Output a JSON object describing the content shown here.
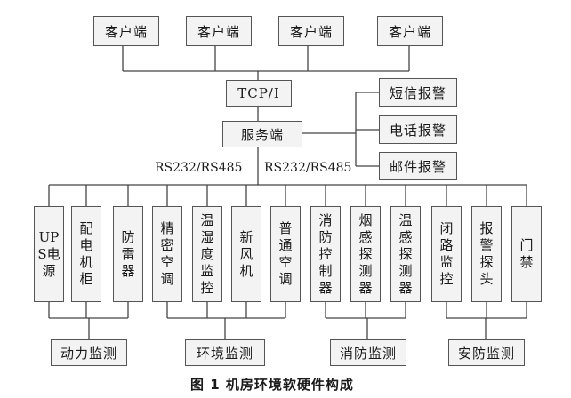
{
  "clients": [
    "客户端",
    "客户端",
    "客户端",
    "客户端"
  ],
  "protocol_box": "TCP/I",
  "server": "服务端",
  "alarms": [
    "短信报警",
    "电话报警",
    "邮件报警"
  ],
  "bus_labels": [
    "RS232/RS485",
    "RS232/RS485"
  ],
  "devices": [
    "UPS电源",
    "配电机柜",
    "防雷器",
    "精密空调",
    "温湿度监控",
    "新风机",
    "普通空调",
    "消防控制器",
    "烟感探测器",
    "温感探测器",
    "闭路监控",
    "报警探头",
    "门禁"
  ],
  "groups": [
    "动力监测",
    "环境监测",
    "消防监测",
    "安防监测"
  ],
  "caption": "图 1    机房环境软硬件构成"
}
